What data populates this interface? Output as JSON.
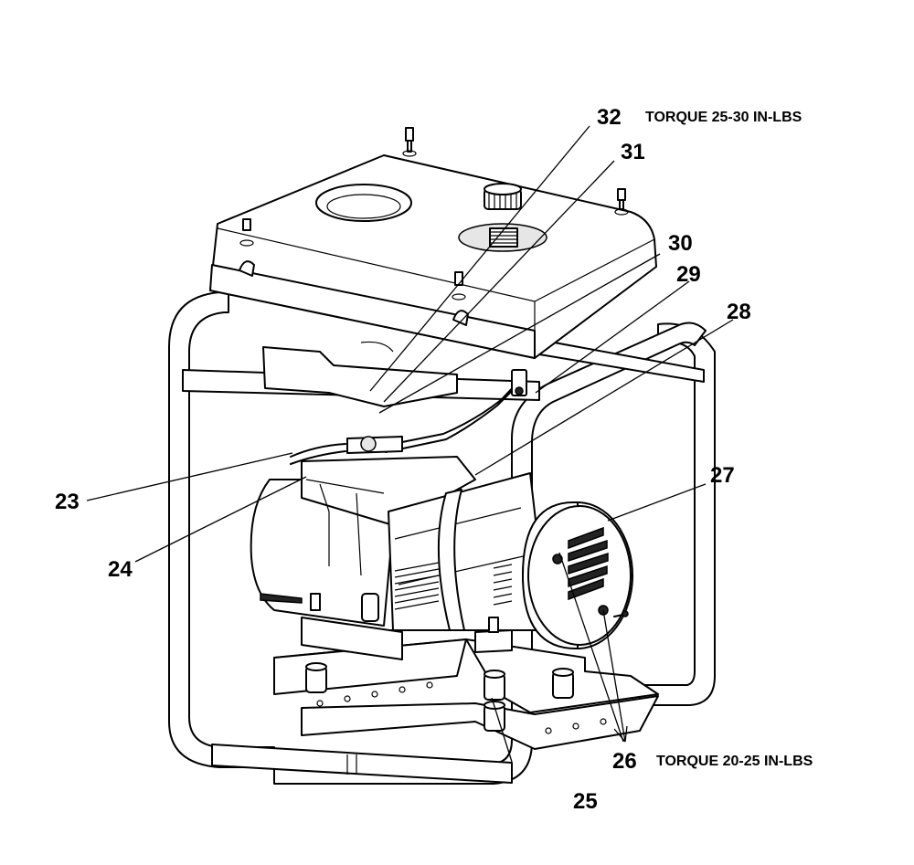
{
  "torque_notes": {
    "top": "TORQUE 25-30 IN-LBS",
    "bottom": "TORQUE 20-25 IN-LBS"
  },
  "callouts": {
    "c23": "23",
    "c24": "24",
    "c25": "25",
    "c26": "26",
    "c27": "27",
    "c28": "28",
    "c29": "29",
    "c30": "30",
    "c31": "31",
    "c32": "32"
  }
}
